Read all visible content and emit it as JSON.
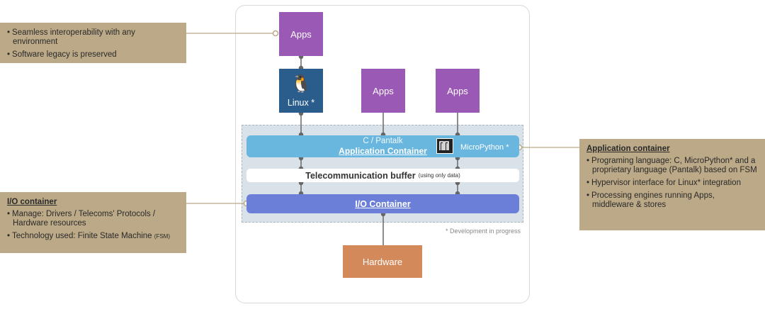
{
  "apps_label": "Apps",
  "linux_label": "Linux",
  "linux_mark": "*",
  "app_container": {
    "languages": "C / Pantalk",
    "title": "Application Container",
    "micropython": "MicroPython",
    "micropython_mark": "*"
  },
  "telecom_buffer": {
    "title": "Telecommunication buffer",
    "note": "(using only data)"
  },
  "io_container_label": "I/O Container",
  "hardware_label": "Hardware",
  "dev_note": "* Development in progress",
  "note_top": {
    "items": [
      "Seamless interoperability with any environment",
      "Software legacy is preserved"
    ]
  },
  "note_io": {
    "title": "I/O container",
    "item1": "Manage: Drivers / Telecoms' Protocols / Hardware resources",
    "item2_text": "Technology used: Finite State Machine",
    "item2_small": "(FSM)"
  },
  "note_app": {
    "title": "Application container",
    "items": [
      "Programing language: C, MicroPython* and a proprietary language (Pantalk) based on FSM",
      "Hypervisor interface for Linux* integration",
      "Processing engines running Apps, middleware & stores"
    ]
  },
  "colors": {
    "apps": "#9b59b6",
    "linux": "#2b5d8c",
    "app_container": "#69b6de",
    "io_container": "#6c7fd8",
    "hardware": "#d4895b",
    "note": "#bba987"
  }
}
